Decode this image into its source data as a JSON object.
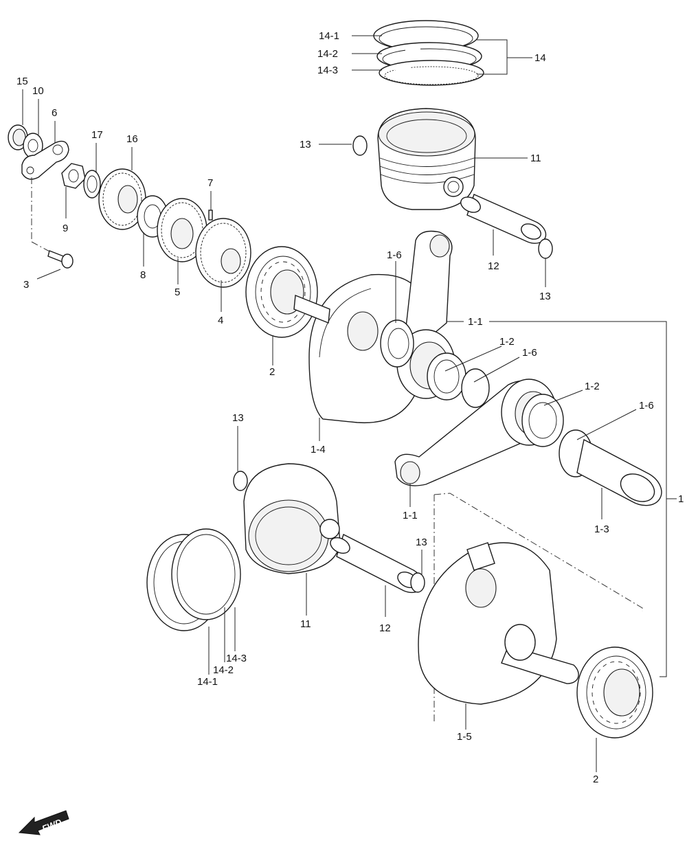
{
  "labels": {
    "p14_1_top": "14-1",
    "p14_2_top": "14-2",
    "p14_3_top": "14-3",
    "p14_top": "14",
    "p15": "15",
    "p10": "10",
    "p6": "6",
    "p17": "17",
    "p16": "16",
    "p7": "7",
    "p9": "9",
    "p8": "8",
    "p5": "5",
    "p4": "4",
    "p3": "3",
    "p2_top": "2",
    "p13_a": "13",
    "p11_top": "11",
    "p12_top": "12",
    "p13_b": "13",
    "p1_6_a": "1-6",
    "p1_1_a": "1-1",
    "p1_2_a": "1-2",
    "p1_6_b": "1-6",
    "p1_2_b": "1-2",
    "p1_6_c": "1-6",
    "p1_4": "1-4",
    "p13_c": "13",
    "p1_1_b": "1-1",
    "p1_3": "1-3",
    "p1": "1",
    "p13_d": "13",
    "p11_bot": "11",
    "p12_bot": "12",
    "p14_3_bot": "14-3",
    "p14_2_bot": "14-2",
    "p14_1_bot": "14-1",
    "p1_5": "1-5",
    "p2_bot": "2"
  },
  "fwd_label": "FWD"
}
